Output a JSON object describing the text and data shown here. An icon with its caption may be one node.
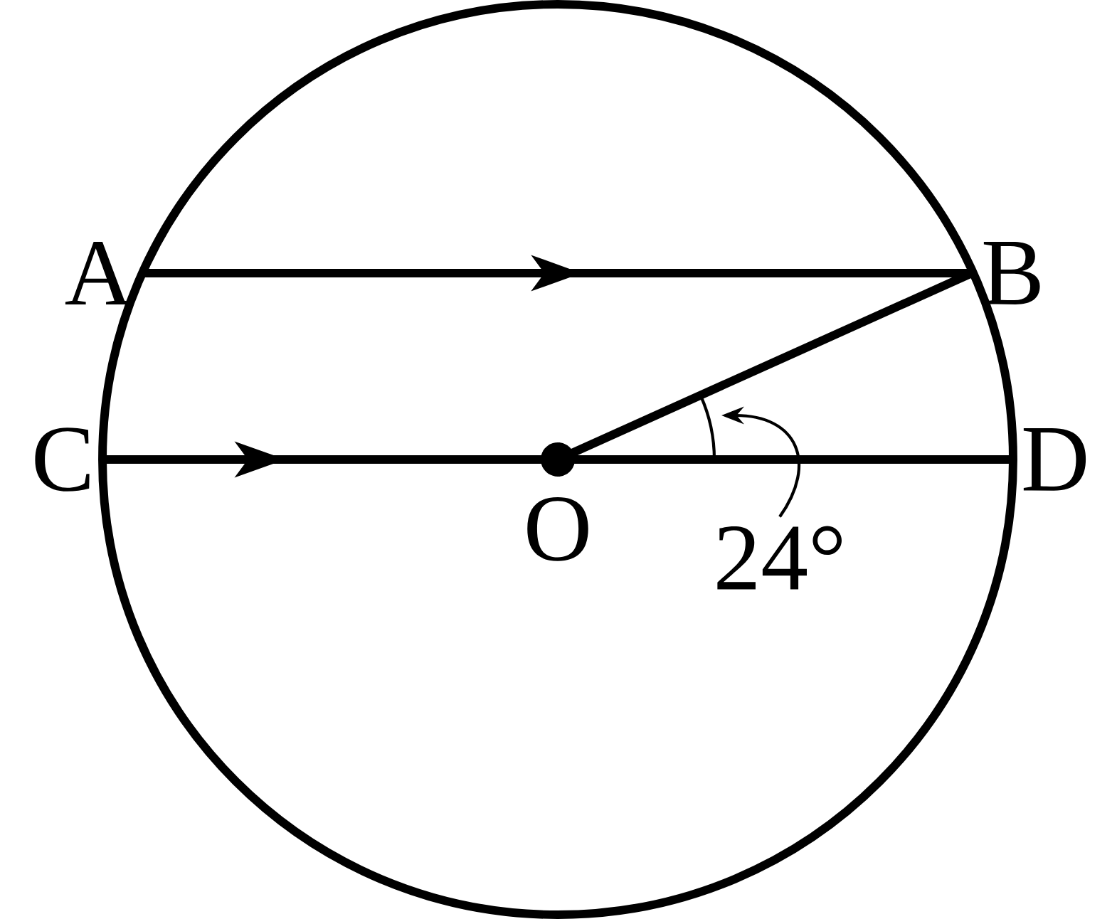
{
  "diagram": {
    "nodes": [
      {
        "text": [
          "A"
        ]
      },
      {
        "text": [
          "B"
        ]
      },
      {
        "text": [
          "C"
        ]
      },
      {
        "text": [
          "D"
        ]
      },
      {
        "text": [
          "O"
        ]
      },
      {
        "text": [
          "24°"
        ]
      }
    ],
    "edges": [
      {
        "from": 0,
        "to": 1,
        "arrow": "to"
      },
      {
        "from": 2,
        "to": 3,
        "arrow": "to"
      },
      {
        "from": 4,
        "to": 1,
        "arrow": "none"
      },
      {
        "from": 5,
        "to": null,
        "arrow": "to"
      }
    ]
  }
}
